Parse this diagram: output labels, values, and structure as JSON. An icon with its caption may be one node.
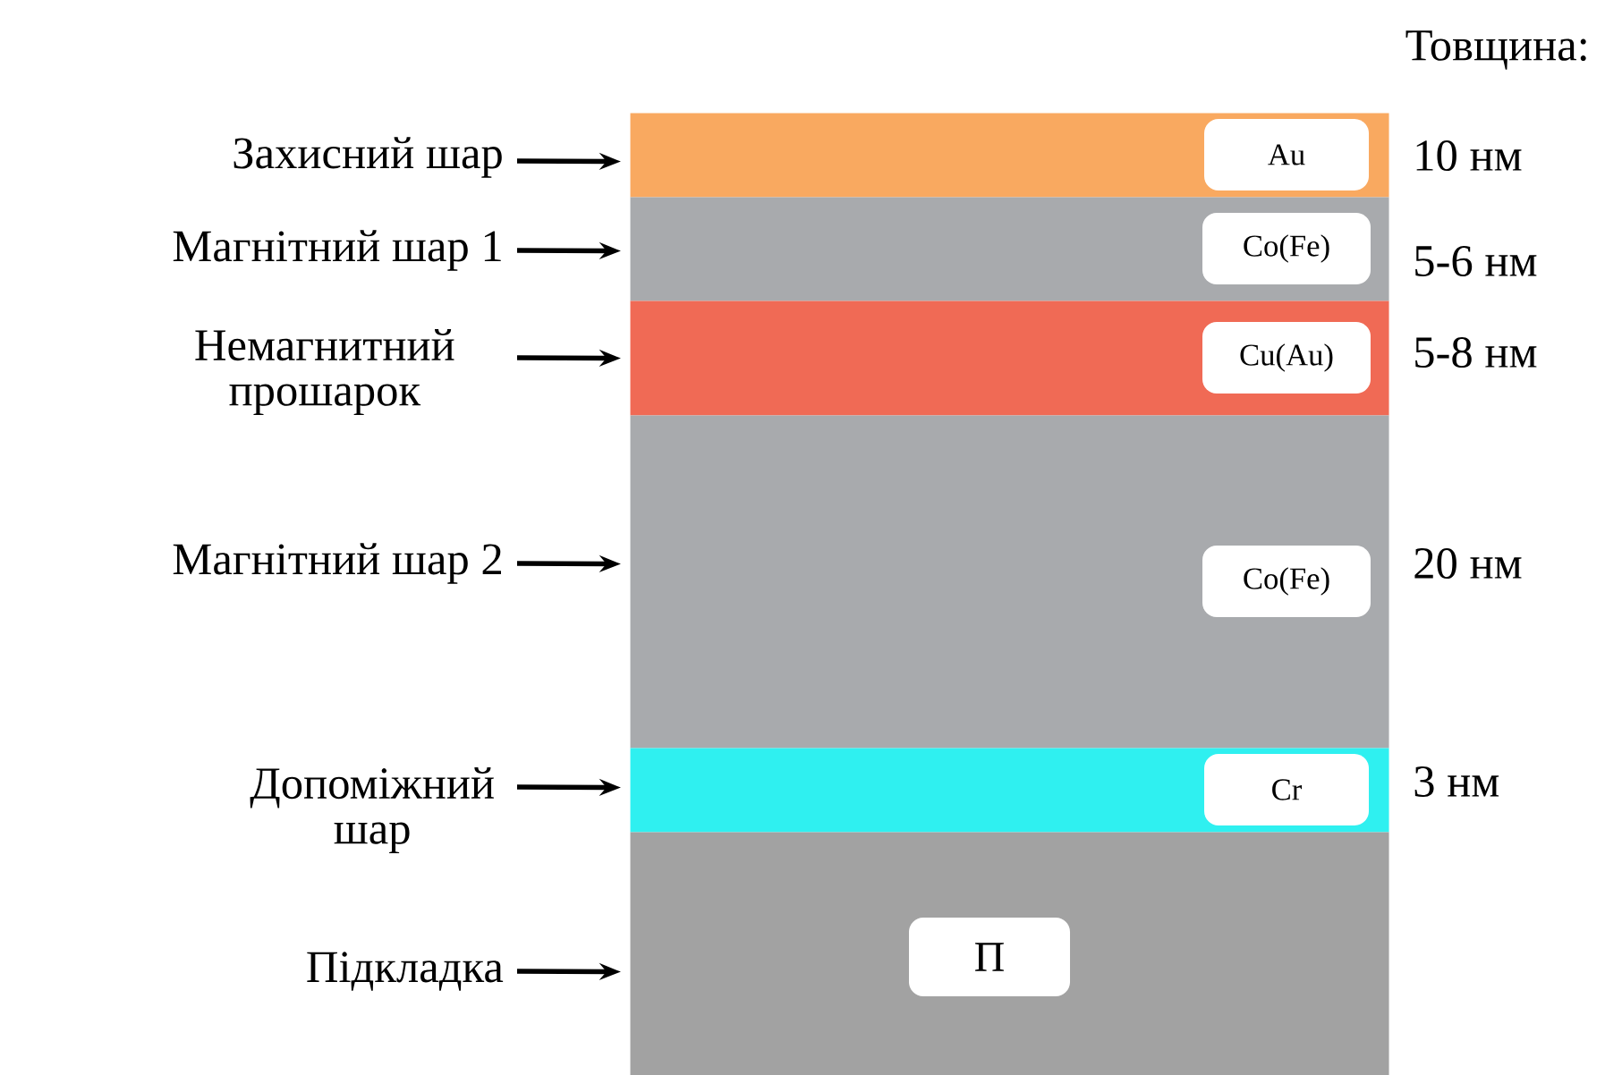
{
  "diagram": {
    "nodes": [
      {
        "text": [],
        "shape": "bar",
        "beside": [
          "10 нм"
        ]
      },
      {
        "text": [
          "Au"
        ],
        "in": 0
      },
      {
        "text": [],
        "shape": "bar",
        "beside": [
          "5-6 нм"
        ]
      },
      {
        "text": [
          "Co(Fe)"
        ],
        "in": 2
      },
      {
        "text": [],
        "shape": "bar",
        "beside": [
          "5-8 нм"
        ]
      },
      {
        "text": [
          "Cu(Au)"
        ],
        "in": 4
      },
      {
        "text": [],
        "shape": "bar",
        "beside": [
          "20 нм"
        ]
      },
      {
        "text": [
          "Co(Fe)"
        ],
        "in": 6
      },
      {
        "text": [],
        "shape": "bar",
        "beside": [
          "3 нм"
        ]
      },
      {
        "text": [
          "Cr"
        ],
        "in": 8
      },
      {
        "text": [],
        "shape": "bar"
      },
      {
        "text": [
          "П"
        ],
        "in": 10
      },
      {
        "text": [
          "Захисний шар"
        ]
      },
      {
        "text": [
          "Магнітний шар 1"
        ]
      },
      {
        "text": [
          "Немагнитний прошарок"
        ]
      },
      {
        "text": [
          "Магнітний шар 2"
        ]
      },
      {
        "text": [
          "Допоміжний шар"
        ]
      },
      {
        "text": [
          "Підкладка"
        ]
      }
    ],
    "edges": [
      {
        "from": 12,
        "to": 0,
        "arrow": "to"
      },
      {
        "from": 13,
        "to": 2,
        "arrow": "to"
      },
      {
        "from": 14,
        "to": 4,
        "arrow": "to"
      },
      {
        "from": 15,
        "to": 6,
        "arrow": "to"
      },
      {
        "from": 16,
        "to": 8,
        "arrow": "to"
      },
      {
        "from": 17,
        "to": 10,
        "arrow": "to"
      }
    ],
    "labels": [
      "Товщина:"
    ]
  }
}
